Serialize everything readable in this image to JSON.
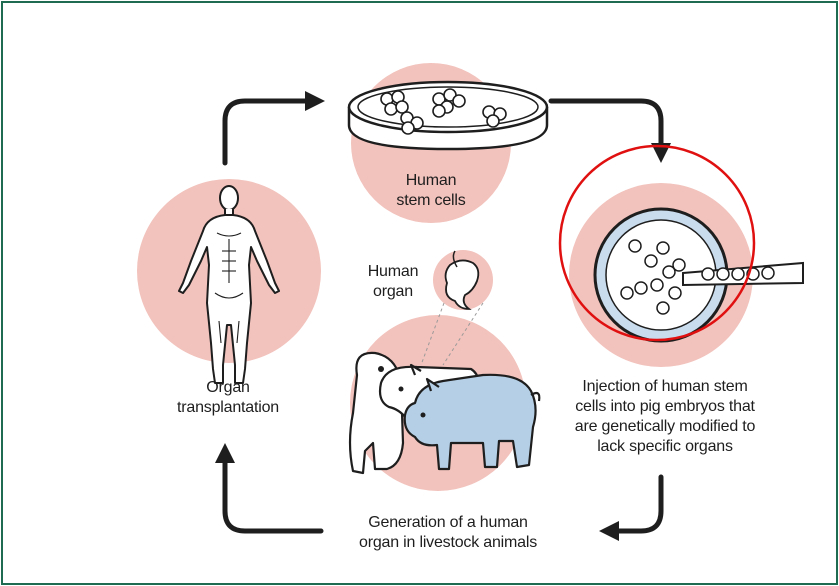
{
  "diagram": {
    "colors": {
      "frame": "#1f6b52",
      "stage_circle": "#f2c2bc",
      "pig_skin": "#ffffff",
      "modified_pig": "#b4cfe6",
      "embryo": "#c9dcee",
      "arrow": "#1e1e1e",
      "highlight_ring": "#e01010"
    },
    "stages": {
      "stem_cells": {
        "lines": [
          "Human",
          "stem cells"
        ]
      },
      "injection": {
        "lines": [
          "Injection of human stem",
          "cells into pig embryos that",
          "are genetically modified to",
          "lack specific organs"
        ]
      },
      "generation": {
        "lines": [
          "Generation of a human",
          "organ in livestock animals"
        ]
      },
      "transplant": {
        "lines": [
          "Organ",
          "transplantation"
        ]
      }
    },
    "organ_label": {
      "lines": [
        "Human",
        "organ"
      ]
    },
    "icons": [
      "petri-dish-icon",
      "embryo-injection-icon",
      "pig-icon",
      "organ-icon",
      "human-body-icon"
    ]
  }
}
